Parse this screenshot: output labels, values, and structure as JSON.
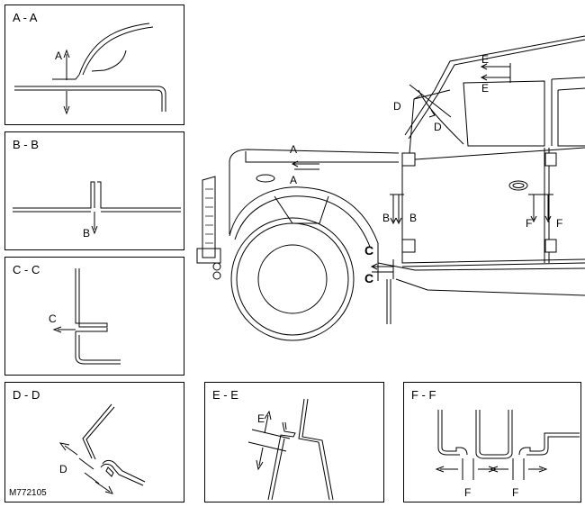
{
  "sections": {
    "aa": {
      "title": "A - A",
      "arrow": "A"
    },
    "bb": {
      "title": "B - B",
      "arrow": "B"
    },
    "cc": {
      "title": "C - C",
      "arrow": "C"
    },
    "dd": {
      "title": "D - D",
      "arrow": "D"
    },
    "ee": {
      "title": "E - E",
      "arrow": "E"
    },
    "ff": {
      "title": "F - F",
      "arrow_left": "F",
      "arrow_right": "F"
    }
  },
  "main": {
    "a_top": "A",
    "a_bottom": "A",
    "b_left": "B",
    "b_right": "B",
    "c_top": "C",
    "c_bottom": "C",
    "d_top": "D",
    "d_bottom": "D",
    "e_top": "E",
    "e_bottom": "E",
    "f_left": "F",
    "f_right": "F"
  },
  "reference": "M772105"
}
